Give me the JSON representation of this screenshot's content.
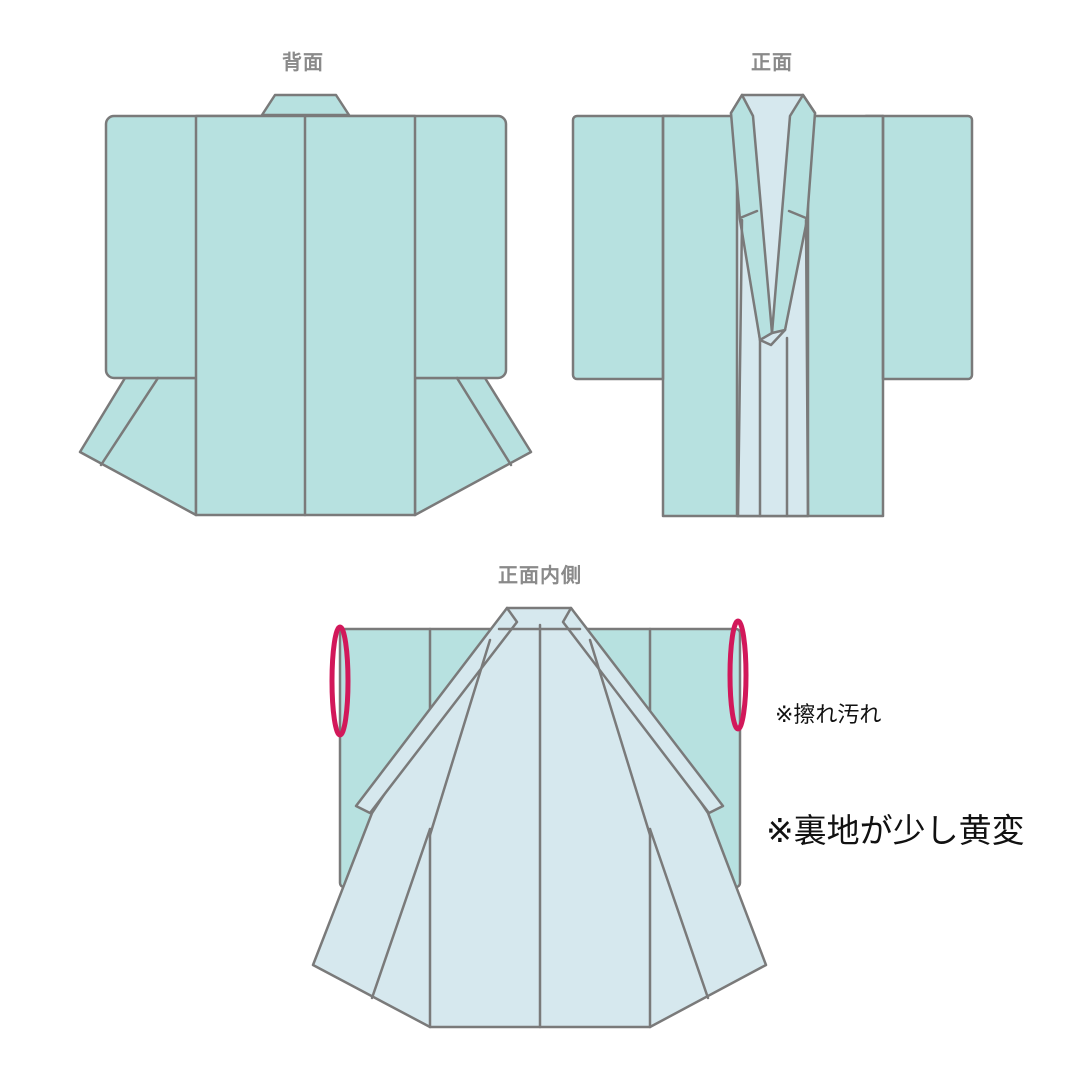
{
  "views": {
    "back": {
      "label": "背面"
    },
    "front": {
      "label": "正面"
    },
    "front_inner": {
      "label": "正面内側"
    }
  },
  "notes": {
    "wear_stain": "※擦れ汚れ",
    "lining_yellowing": "※裏地が少し黄変"
  },
  "colors": {
    "outer_fabric": "#b7e1e0",
    "lining_fabric": "#d6e8ee",
    "outline": "#7a7a7a",
    "defect_marker": "#d2185a"
  }
}
